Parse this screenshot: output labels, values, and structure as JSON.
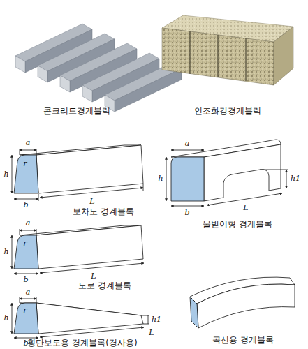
{
  "diagram": {
    "labels": [
      "콘크리트경계블럭",
      "인조화강경계블럭",
      "a",
      "h",
      "r",
      "b",
      "L",
      "보차도 경계블록",
      "a",
      "h",
      "h1",
      "b",
      "L",
      "물받이형 경계블록",
      "a",
      "h",
      "r",
      "b",
      "L",
      "도로 경계블록",
      "a",
      "h",
      "r",
      "h1",
      "b",
      "L",
      "횡단보도용 경계블록(경사용)",
      "곡선용 경계블록"
    ]
  }
}
